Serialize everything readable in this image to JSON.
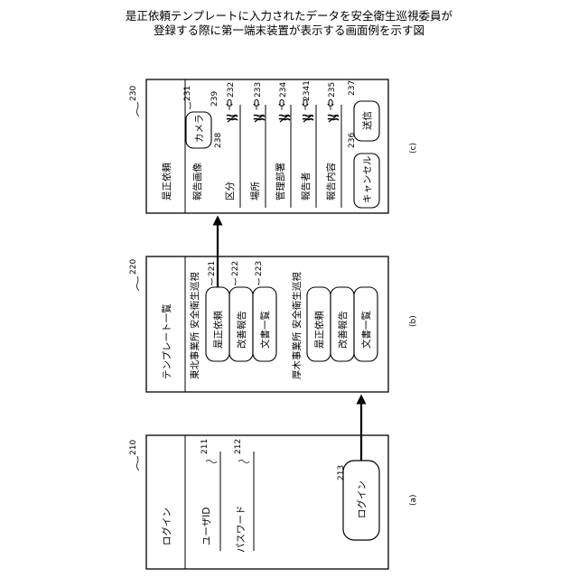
{
  "caption": {
    "line1": "是正依頼テンプレートに入力されたデータを安全衛生巡視委員が",
    "line2": "登録する際に第一端末装置が表示する画面例を示す図"
  },
  "screen_a": {
    "ref": "210",
    "title": "ログイン",
    "user_id_label": "ユーザID",
    "user_id_ref": "211",
    "password_label": "パスワード",
    "password_ref": "212",
    "login_button": "ログイン",
    "login_ref": "213",
    "sub_label": "(a)"
  },
  "screen_b": {
    "ref": "220",
    "title": "テンプレート一覧",
    "group1_name": "東北事業所 安全衛生巡視",
    "group2_name": "厚木事業所 安全衛生巡視",
    "btn_correction": "是正依頼",
    "btn_improvement": "改善報告",
    "btn_documents": "文書一覧",
    "ref_correction": "221",
    "ref_improvement": "222",
    "ref_documents": "223",
    "sub_label": "(b)"
  },
  "screen_c": {
    "ref": "230",
    "title": "是正依頼",
    "report_image_label": "報告画像",
    "camera_button": "カメラ",
    "camera_ref": "231",
    "fields": [
      {
        "label": "区分",
        "ref": "232"
      },
      {
        "label": "場所",
        "ref": "233"
      },
      {
        "label": "管理部署",
        "ref": "234"
      },
      {
        "label": "報告者",
        "ref": "2341"
      },
      {
        "label": "報告内容",
        "ref": "235"
      }
    ],
    "cancel_button": "キャンセル",
    "cancel_ref": "236",
    "send_button": "送信",
    "send_ref": "237",
    "ref_238": "238",
    "ref_239": "239",
    "sub_label": "(c)"
  }
}
